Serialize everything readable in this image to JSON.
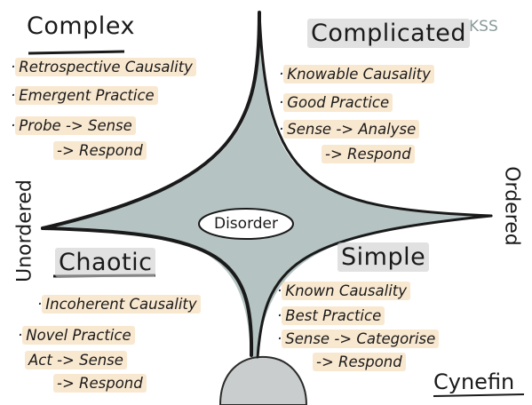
{
  "quadrants": {
    "complex": {
      "title": "Complex",
      "items": [
        "Retrospective Causality",
        "Emergent Practice",
        "Probe -> Sense",
        "-> Respond"
      ]
    },
    "complicated": {
      "title": "Complicated",
      "tag": "KSS",
      "items": [
        "Knowable Causality",
        "Good Practice",
        "Sense -> Analyse",
        "-> Respond"
      ]
    },
    "chaotic": {
      "title": "Chaotic",
      "items": [
        "Incoherent Causality",
        "Novel Practice",
        "Act -> Sense",
        "-> Respond"
      ]
    },
    "simple": {
      "title": "Simple",
      "items": [
        "Known Causality",
        "Best Practice",
        "Sense -> Categorise",
        "-> Respond"
      ]
    }
  },
  "center_label": "Disorder",
  "side_labels": {
    "left": "Unordered",
    "right": "Ordered"
  },
  "brand": "Cynefin",
  "colors": {
    "center_fill": "#b5c3c3",
    "highlight": "#f4d6aa",
    "ink": "#1a1a1a",
    "bottom_blob": "#c9cdcd"
  }
}
